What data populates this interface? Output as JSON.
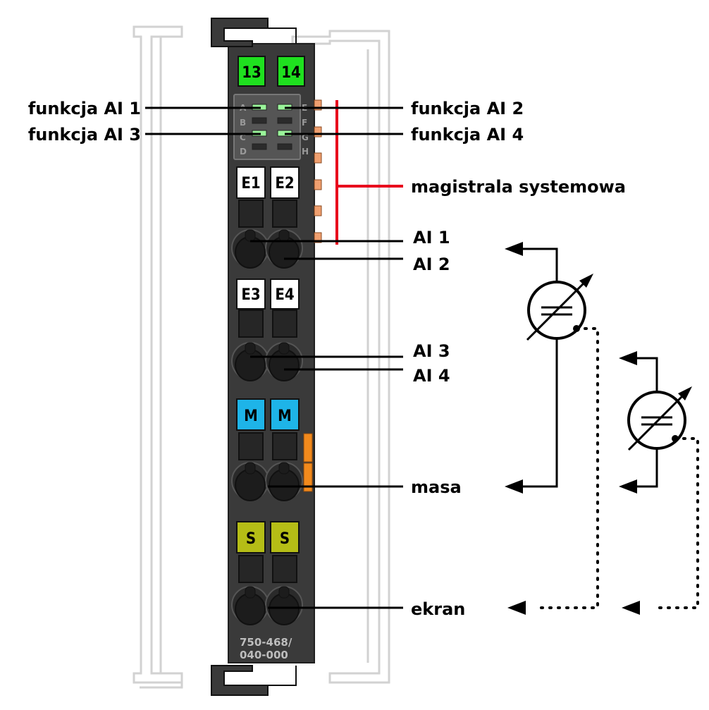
{
  "module": {
    "slot_numbers": [
      "13",
      "14"
    ],
    "led_letters_left": [
      "A",
      "B",
      "C",
      "D"
    ],
    "led_letters_right": [
      "E",
      "F",
      "G",
      "H"
    ],
    "terminal_markers": {
      "e1": "E1",
      "e2": "E2",
      "e3": "E3",
      "e4": "E4",
      "m1": "M",
      "m2": "M",
      "s1": "S",
      "s2": "S"
    },
    "model_line1": "750-468/",
    "model_line2": "040-000"
  },
  "labels": {
    "fn_ai1": "funkcja AI 1",
    "fn_ai2": "funkcja AI 2",
    "fn_ai3": "funkcja AI 3",
    "fn_ai4": "funkcja AI 4",
    "system_bus": "magistrala systemowa",
    "ai1": "AI 1",
    "ai2": "AI 2",
    "ai3": "AI 3",
    "ai4": "AI 4",
    "ground": "masa",
    "shield": "ekran"
  },
  "colors": {
    "module_body": "#3a3a3a",
    "slot_green": "#1fe01f",
    "marker_blue": "#1eb4e8",
    "marker_olive": "#b5bd16",
    "bus_red": "#e8001c",
    "led_green": "#9af59a",
    "contact_orange": "#f0a070",
    "stripe_orange": "#f28a1c"
  }
}
